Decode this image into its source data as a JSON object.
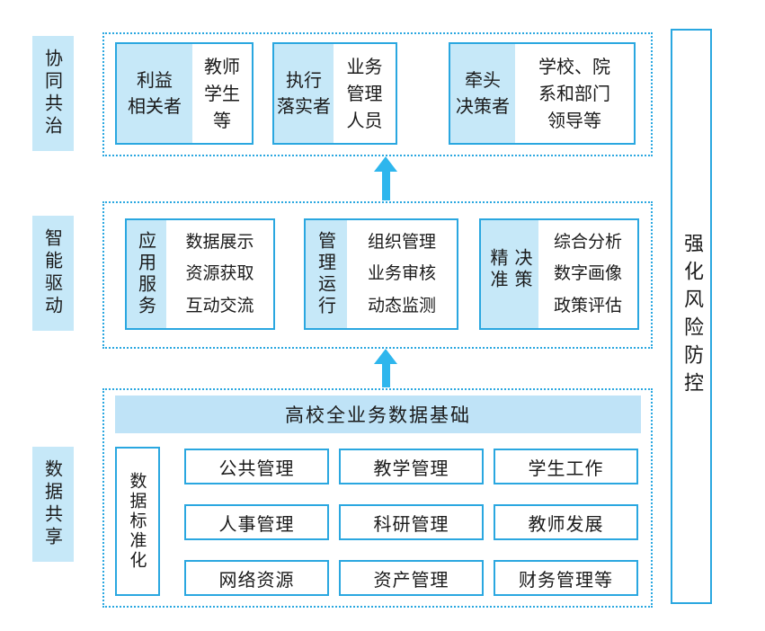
{
  "colors": {
    "border_blue": "#2aa7e0",
    "fill_light_blue": "#c6e8f8",
    "header_fill": "#bfe3f7",
    "arrow_blue": "#2eb6ed",
    "text_dark": "#1a1a1a",
    "background": "#ffffff"
  },
  "side_layers": [
    {
      "label": "协同共治"
    },
    {
      "label": "智能驱动"
    },
    {
      "label": "数据共享"
    }
  ],
  "right_panel": {
    "label": "强化风险防控"
  },
  "top_row": {
    "boxes": [
      {
        "label_lines": [
          "利益",
          "相关者"
        ],
        "content_lines": [
          "教师",
          "学生",
          "等"
        ]
      },
      {
        "label_lines": [
          "执行",
          "落实者"
        ],
        "content_lines": [
          "业务",
          "管理",
          "人员"
        ]
      },
      {
        "label_lines": [
          "牵头",
          "决策者"
        ],
        "content_lines": [
          "学校、院",
          "系和部门",
          "领导等"
        ]
      }
    ]
  },
  "middle_row": {
    "boxes": [
      {
        "label": "应用服务",
        "content_lines": [
          "数据展示",
          "资源获取",
          "互动交流"
        ]
      },
      {
        "label": "管理运行",
        "content_lines": [
          "组织管理",
          "业务审核",
          "动态监测"
        ]
      },
      {
        "label": "精准决策",
        "content_lines": [
          "综合分析",
          "数字画像",
          "政策评估"
        ]
      }
    ]
  },
  "bottom_section": {
    "header": "高校全业务数据基础",
    "side_label": "数据标准化",
    "cells": [
      "公共管理",
      "教学管理",
      "学生工作",
      "人事管理",
      "科研管理",
      "教师发展",
      "网络资源",
      "资产管理",
      "财务管理等"
    ]
  },
  "icons": {
    "up_arrow": "up-arrow"
  }
}
